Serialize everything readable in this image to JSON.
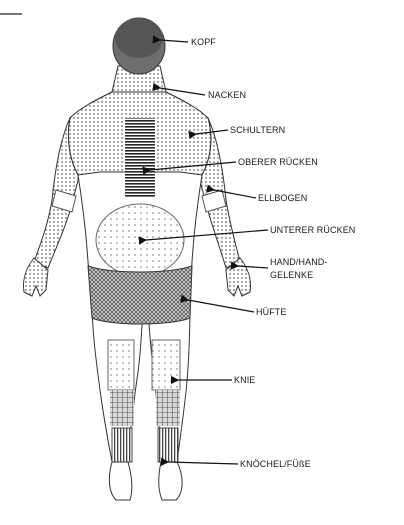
{
  "figure": {
    "labels": {
      "head": "KOPF",
      "neck": "NACKEN",
      "shoulders": "SCHULTERN",
      "upper_back": "OBERER RÜCKEN",
      "elbows": "ELLBOGEN",
      "lower_back": "UNTERER RÜCKEN",
      "hands_line1": "HAND/HAND-",
      "hands_line2": "GELENKE",
      "hips": "HÜFTE",
      "knees": "KNIE",
      "ankles_feet": "KNÖCHEL/FÜßE"
    }
  }
}
